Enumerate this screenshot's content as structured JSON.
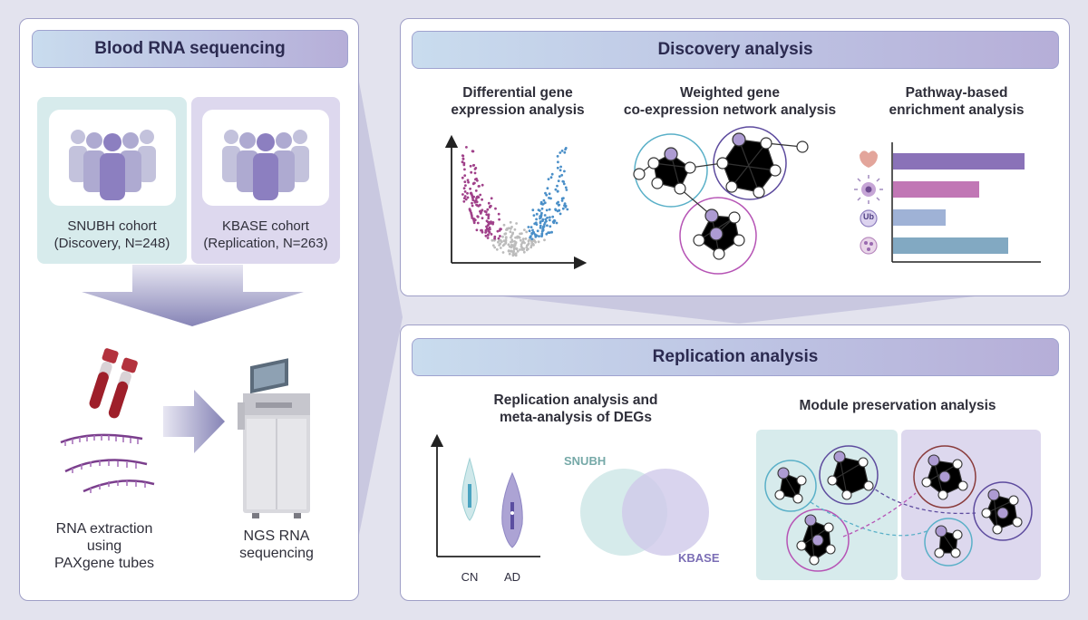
{
  "blood_panel": {
    "title": "Blood RNA sequencing",
    "cohort_discovery": {
      "name": "SNUBH cohort",
      "detail": "(Discovery, N=248)"
    },
    "cohort_replication": {
      "name": "KBASE cohort",
      "detail": "(Replication, N=263)"
    },
    "rna_extraction": {
      "line1": "RNA extraction",
      "line2": "using",
      "line3": "PAXgene tubes"
    },
    "ngs": {
      "line1": "NGS RNA",
      "line2": "sequencing"
    }
  },
  "discovery_panel": {
    "title": "Discovery analysis",
    "dge": {
      "line1": "Differential gene",
      "line2": "expression analysis"
    },
    "wgcna": {
      "line1": "Weighted gene",
      "line2": "co-expression network analysis"
    },
    "pathway": {
      "line1": "Pathway-based",
      "line2": "enrichment analysis"
    },
    "ub_label": "Ub"
  },
  "replication_panel": {
    "title": "Replication analysis",
    "meta": {
      "line1": "Replication analysis and",
      "line2": "meta-analysis of DEGs"
    },
    "module": {
      "title": "Module preservation analysis"
    },
    "violin_labels": [
      "CN",
      "AD"
    ],
    "venn": {
      "left": "SNUBH",
      "right": "KBASE"
    }
  },
  "colors": {
    "discovery": "#cfe7e8",
    "replication": "#d9d5ec",
    "purple": "#8c72b8",
    "magenta": "#a0418a",
    "blue": "#4a8fc8"
  }
}
